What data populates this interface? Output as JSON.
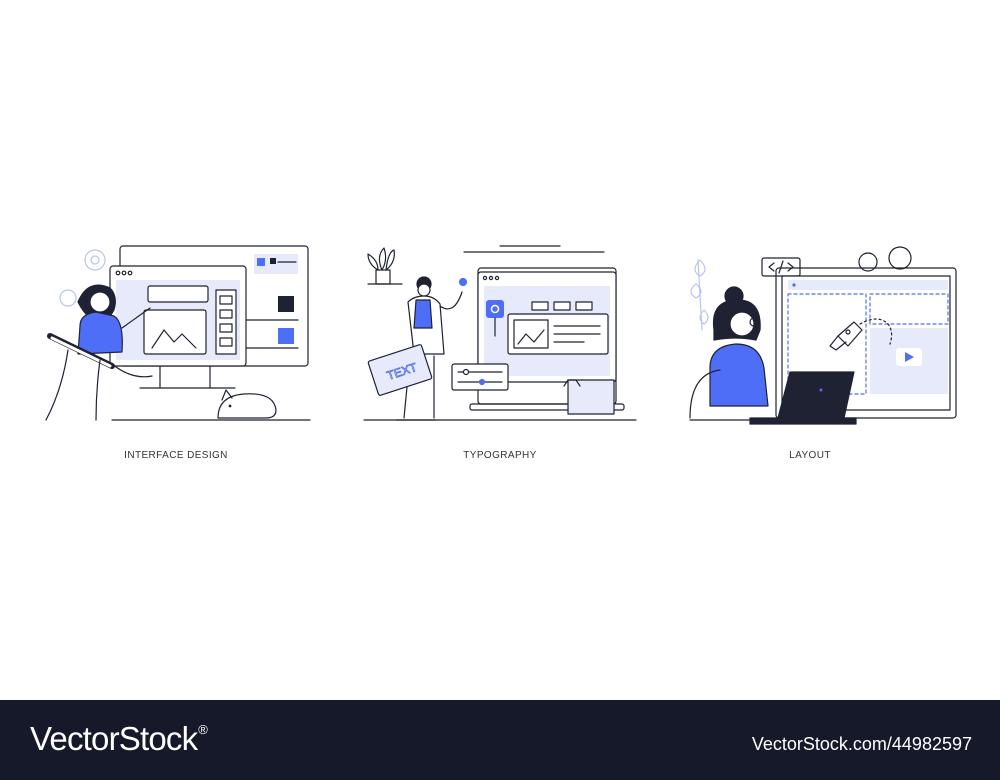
{
  "colors": {
    "accent": "#4f6ef7",
    "accent_light": "#e6eafb",
    "line": "#1f2233",
    "footer_bg": "#15192a",
    "footer_text": "#ffffff"
  },
  "scenes": [
    {
      "caption": "INTERFACE DESIGN"
    },
    {
      "caption": "TYPOGRAPHY",
      "card_text": "TEXT"
    },
    {
      "caption": "LAYOUT"
    }
  ],
  "footer": {
    "brand": "VectorStock",
    "trademark": "®",
    "image_id": "VectorStock.com/44982597"
  }
}
